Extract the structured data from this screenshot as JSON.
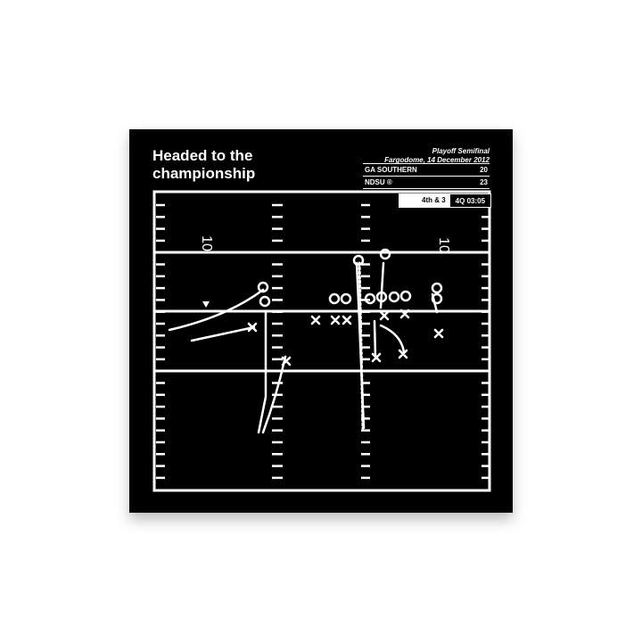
{
  "title": "Headed to the championship",
  "game": {
    "round": "Playoff Semifinal",
    "venue_date": "Fargodome, 14 December 2012"
  },
  "teams": [
    {
      "name": "GA SOUTHERN",
      "score": "20"
    },
    {
      "name": "NDSU ®",
      "score": "23"
    }
  ],
  "situation": {
    "down_distance": "4th & 3",
    "clock": "4Q 03:05"
  },
  "field": {
    "yard_label_left": "10",
    "yard_label_right": "10"
  }
}
